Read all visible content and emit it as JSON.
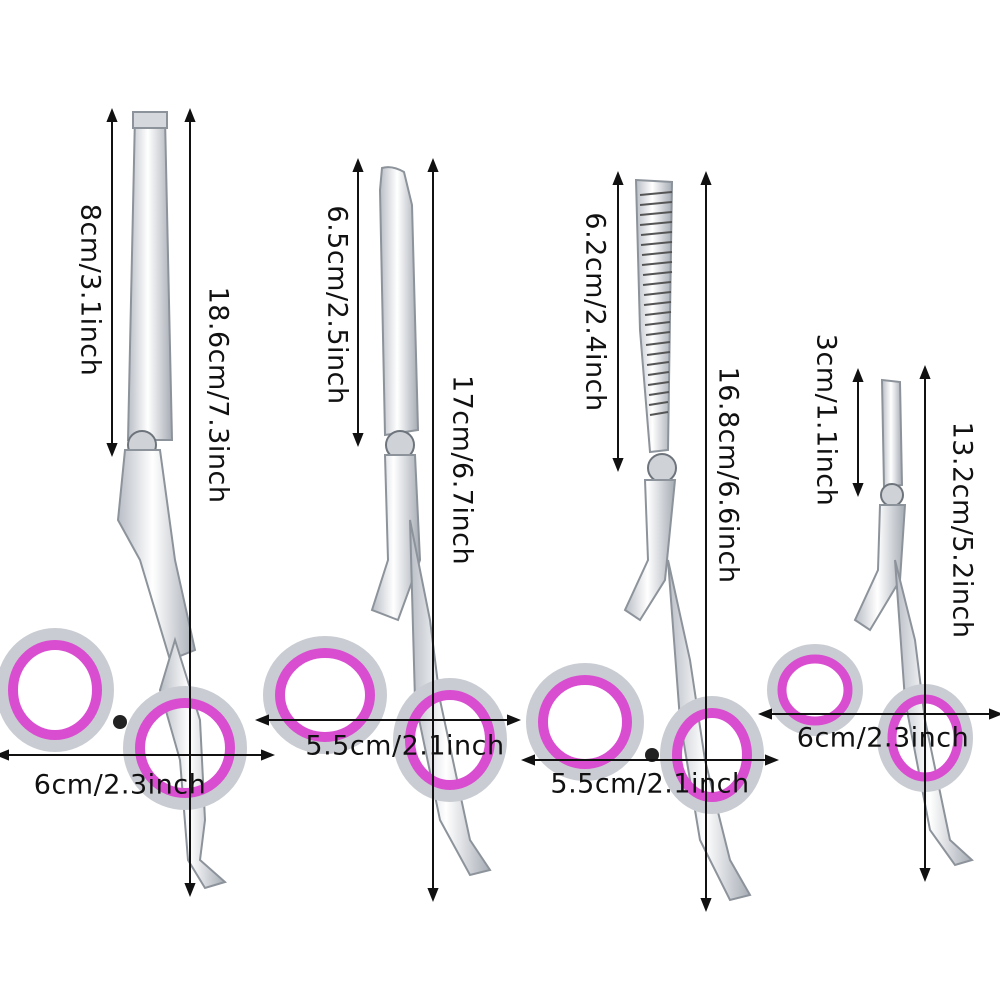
{
  "colors": {
    "ring": "#d94ed0",
    "ring_inner": "#f2b2ea",
    "steel": "#e6e8ec",
    "steel_dark": "#9aa0a8",
    "text": "#111111"
  },
  "scissors": [
    {
      "kind": "straight-round-tip",
      "blade_length": "8cm/3.1inch",
      "total_length": "18.6cm/7.3inch",
      "ring_width": "6cm/2.3inch"
    },
    {
      "kind": "curved-round-tip",
      "blade_length": "6.5cm/2.5inch",
      "total_length": "17cm/6.7inch",
      "ring_width": "5.5cm/2.1inch"
    },
    {
      "kind": "thinning",
      "blade_length": "6.2cm/2.4inch",
      "total_length": "16.8cm/6.6inch",
      "ring_width": "5.5cm/2.1inch"
    },
    {
      "kind": "small-round-tip",
      "blade_length": "3cm/1.1inch",
      "total_length": "13.2cm/5.2inch",
      "ring_width": "6cm/2.3inch"
    }
  ]
}
